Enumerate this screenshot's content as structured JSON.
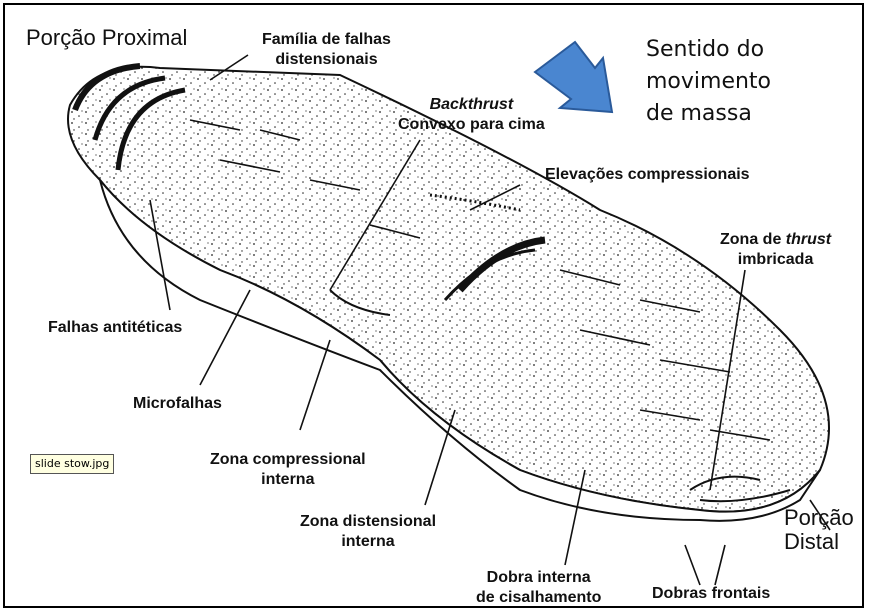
{
  "labels": {
    "proximal": "Porção Proximal",
    "familia_line1": "Família de falhas",
    "familia_line2": "distensionais",
    "sentido_line1": "Sentido do",
    "sentido_line2": "movimento",
    "sentido_line3": "de massa",
    "backthrust_title": "Backthrust",
    "backthrust_sub": "Convexo para cima",
    "elevacoes": "Elevações compressionais",
    "zona_thrust_prefix": "Zona de ",
    "zona_thrust_italic": "thrust",
    "zona_thrust_line2": "imbricada",
    "falhas_antiteticas": "Falhas antitéticas",
    "microfalhas": "Microfalhas",
    "zona_comp_line1": "Zona compressional",
    "zona_comp_line2": "interna",
    "zona_dist_line1": "Zona distensional",
    "zona_dist_line2": "interna",
    "dobra_line1": "Dobra interna",
    "dobra_line2": "de cisalhamento",
    "dobras_frontais": "Dobras frontais",
    "distal_line1": "Porção",
    "distal_line2": "Distal"
  },
  "tooltip": "slide stow.jpg",
  "colors": {
    "arrow_fill": "#4a86d0",
    "arrow_stroke": "#2a5a9a",
    "ink": "#111111"
  }
}
